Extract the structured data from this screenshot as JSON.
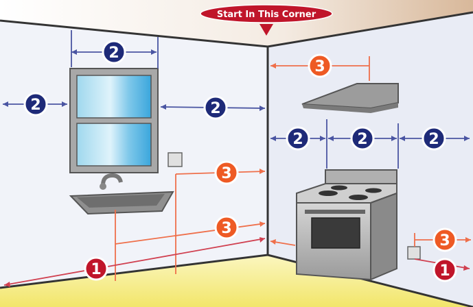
{
  "banner": {
    "text": "Start In This Corner"
  },
  "colors": {
    "blue_marker": "#1e2a78",
    "orange_marker": "#ee5a24",
    "red_marker": "#c0152a",
    "blue_line": "#4a55a2",
    "orange_line": "#ef6f4a",
    "red_line": "#d04050",
    "banner": "#c0152a",
    "wall": "#eef0f7",
    "floor": "#f3ea7a",
    "outline": "#333333"
  },
  "markers": {
    "window_width": "2",
    "left_wall_to_window": "2",
    "window_to_corner": "2",
    "hood": "3",
    "stove_left_gap": "2",
    "stove_width": "2",
    "stove_right_gap": "2",
    "sink_to_corner": "3",
    "sink_center_to_corner": "3",
    "floor_left": "1",
    "right_wall_outlet": "3",
    "floor_right": "1"
  }
}
